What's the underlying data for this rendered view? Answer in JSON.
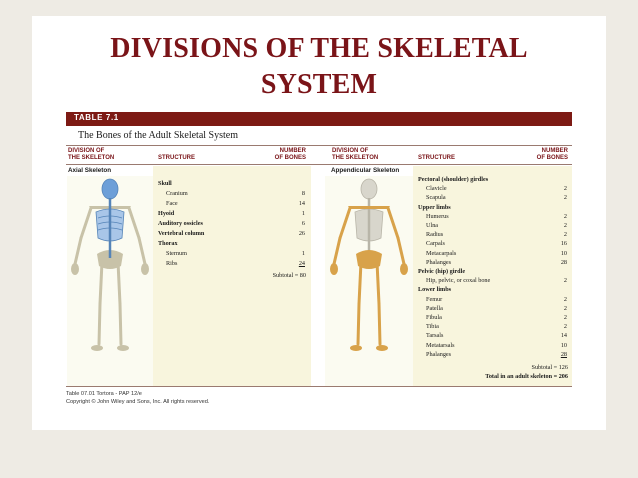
{
  "slide": {
    "title_line1": "DIVISIONS OF THE SKELETAL",
    "title_line2": "SYSTEM"
  },
  "table": {
    "label": "TABLE 7.1",
    "caption": "The Bones of the Adult Skeletal System",
    "headers": {
      "division_line1": "DIVISION OF",
      "division_line2": "THE SKELETON",
      "structure": "STRUCTURE",
      "number_line1": "NUMBER",
      "number_line2": "OF BONES"
    },
    "axial": {
      "heading": "Axial Skeleton",
      "rows": [
        {
          "label": "Skull",
          "value": "",
          "group": true
        },
        {
          "label": "Cranium",
          "value": "8",
          "group": false
        },
        {
          "label": "Face",
          "value": "14",
          "group": false
        },
        {
          "label": "Hyoid",
          "value": "1",
          "group": true
        },
        {
          "label": "Auditory ossicles",
          "value": "6",
          "group": true
        },
        {
          "label": "Vertebral column",
          "value": "26",
          "group": true
        },
        {
          "label": "Thorax",
          "value": "",
          "group": true
        },
        {
          "label": "Sternum",
          "value": "1",
          "group": false
        },
        {
          "label": "Ribs",
          "value": "24",
          "group": false
        }
      ],
      "subtotal": "Subtotal = 80"
    },
    "appendicular": {
      "heading": "Appendicular Skeleton",
      "rows": [
        {
          "label": "Pectoral (shoulder) girdles",
          "value": "",
          "group": true
        },
        {
          "label": "Clavicle",
          "value": "2",
          "group": false
        },
        {
          "label": "Scapula",
          "value": "2",
          "group": false
        },
        {
          "label": "Upper limbs",
          "value": "",
          "group": true
        },
        {
          "label": "Humerus",
          "value": "2",
          "group": false
        },
        {
          "label": "Ulna",
          "value": "2",
          "group": false
        },
        {
          "label": "Radius",
          "value": "2",
          "group": false
        },
        {
          "label": "Carpals",
          "value": "16",
          "group": false
        },
        {
          "label": "Metacarpals",
          "value": "10",
          "group": false
        },
        {
          "label": "Phalanges",
          "value": "28",
          "group": false
        },
        {
          "label": "Pelvic (hip) girdle",
          "value": "",
          "group": true
        },
        {
          "label": "Hip, pelvic, or coxal bone",
          "value": "2",
          "group": false
        },
        {
          "label": "Lower limbs",
          "value": "",
          "group": true
        },
        {
          "label": "Femur",
          "value": "2",
          "group": false
        },
        {
          "label": "Patella",
          "value": "2",
          "group": false
        },
        {
          "label": "Fibula",
          "value": "2",
          "group": false
        },
        {
          "label": "Tibia",
          "value": "2",
          "group": false
        },
        {
          "label": "Tarsals",
          "value": "14",
          "group": false
        },
        {
          "label": "Metatarsals",
          "value": "10",
          "group": false
        },
        {
          "label": "Phalanges",
          "value": "28",
          "group": false
        }
      ],
      "subtotal": "Subtotal = 126",
      "total": "Total in an adult skeleton = 206"
    },
    "footer_line1": "Table 07.01  Tortora - PAP 12/e",
    "footer_line2": "Copyright © John Wiley and Sons, Inc. All rights reserved."
  },
  "colors": {
    "title": "#7a1418",
    "table_bar": "#7d1a14",
    "panel": "#f8f5dd",
    "axial_highlight": "#6d9fd8",
    "appendicular_highlight": "#d8a24a"
  }
}
